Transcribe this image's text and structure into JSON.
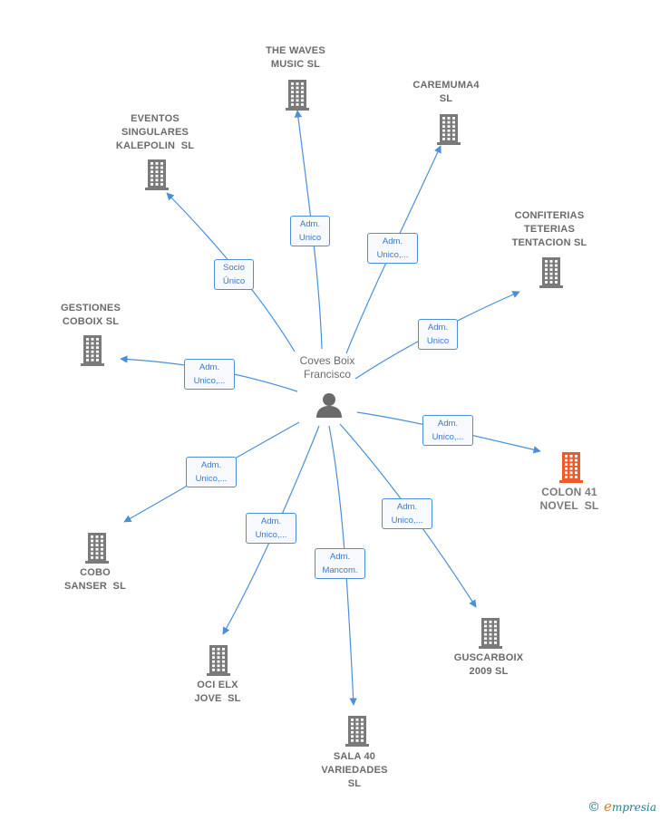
{
  "center": {
    "name_lines": [
      "Coves Boix",
      "Francisco"
    ],
    "icon": "person-icon"
  },
  "companies": [
    {
      "id": "the-waves",
      "lines": [
        "THE WAVES",
        "MUSIC SL"
      ],
      "highlight": false
    },
    {
      "id": "caremuma4",
      "lines": [
        "CAREMUMA4",
        "SL"
      ],
      "highlight": false
    },
    {
      "id": "eventos",
      "lines": [
        "EVENTOS",
        "SINGULARES",
        "KALEPOLIN  SL"
      ],
      "highlight": false
    },
    {
      "id": "confiterias",
      "lines": [
        "CONFITERIAS",
        "TETERIAS",
        "TENTACION SL"
      ],
      "highlight": false
    },
    {
      "id": "gestiones",
      "lines": [
        "GESTIONES",
        "COBOIX SL"
      ],
      "highlight": false
    },
    {
      "id": "colon41",
      "lines": [
        "COLON 41",
        "NOVEL  SL"
      ],
      "highlight": true
    },
    {
      "id": "cobo",
      "lines": [
        "COBO",
        "SANSER  SL"
      ],
      "highlight": false
    },
    {
      "id": "guscarboix",
      "lines": [
        "GUSCARBOIX",
        "2009 SL"
      ],
      "highlight": false
    },
    {
      "id": "oci-elx",
      "lines": [
        "OCI ELX",
        "JOVE  SL"
      ],
      "highlight": false
    },
    {
      "id": "sala40",
      "lines": [
        "SALA 40",
        "VARIEDADES",
        "SL"
      ],
      "highlight": false
    }
  ],
  "relations": [
    {
      "target": "the-waves",
      "lines": [
        "Adm.",
        "Unico"
      ]
    },
    {
      "target": "caremuma4",
      "lines": [
        "Adm.",
        "Unico,..."
      ]
    },
    {
      "target": "eventos",
      "lines": [
        "Socio",
        "Único"
      ]
    },
    {
      "target": "confiterias",
      "lines": [
        "Adm.",
        "Unico"
      ]
    },
    {
      "target": "gestiones",
      "lines": [
        "Adm.",
        "Unico,..."
      ]
    },
    {
      "target": "colon41",
      "lines": [
        "Adm.",
        "Unico,..."
      ]
    },
    {
      "target": "cobo",
      "lines": [
        "Adm.",
        "Unico,..."
      ]
    },
    {
      "target": "guscarboix",
      "lines": [
        "Adm.",
        "Unico,..."
      ]
    },
    {
      "target": "oci-elx",
      "lines": [
        "Adm.",
        "Unico,..."
      ]
    },
    {
      "target": "sala40",
      "lines": [
        "Adm.",
        "Mancom."
      ]
    }
  ],
  "colors": {
    "edge": "#4a90d9",
    "building": "#7a7a7a",
    "building_highlight": "#f05a28",
    "person": "#6a6a6a"
  },
  "brand": {
    "copyright": "©",
    "initial": "e",
    "rest": "mpresia"
  }
}
